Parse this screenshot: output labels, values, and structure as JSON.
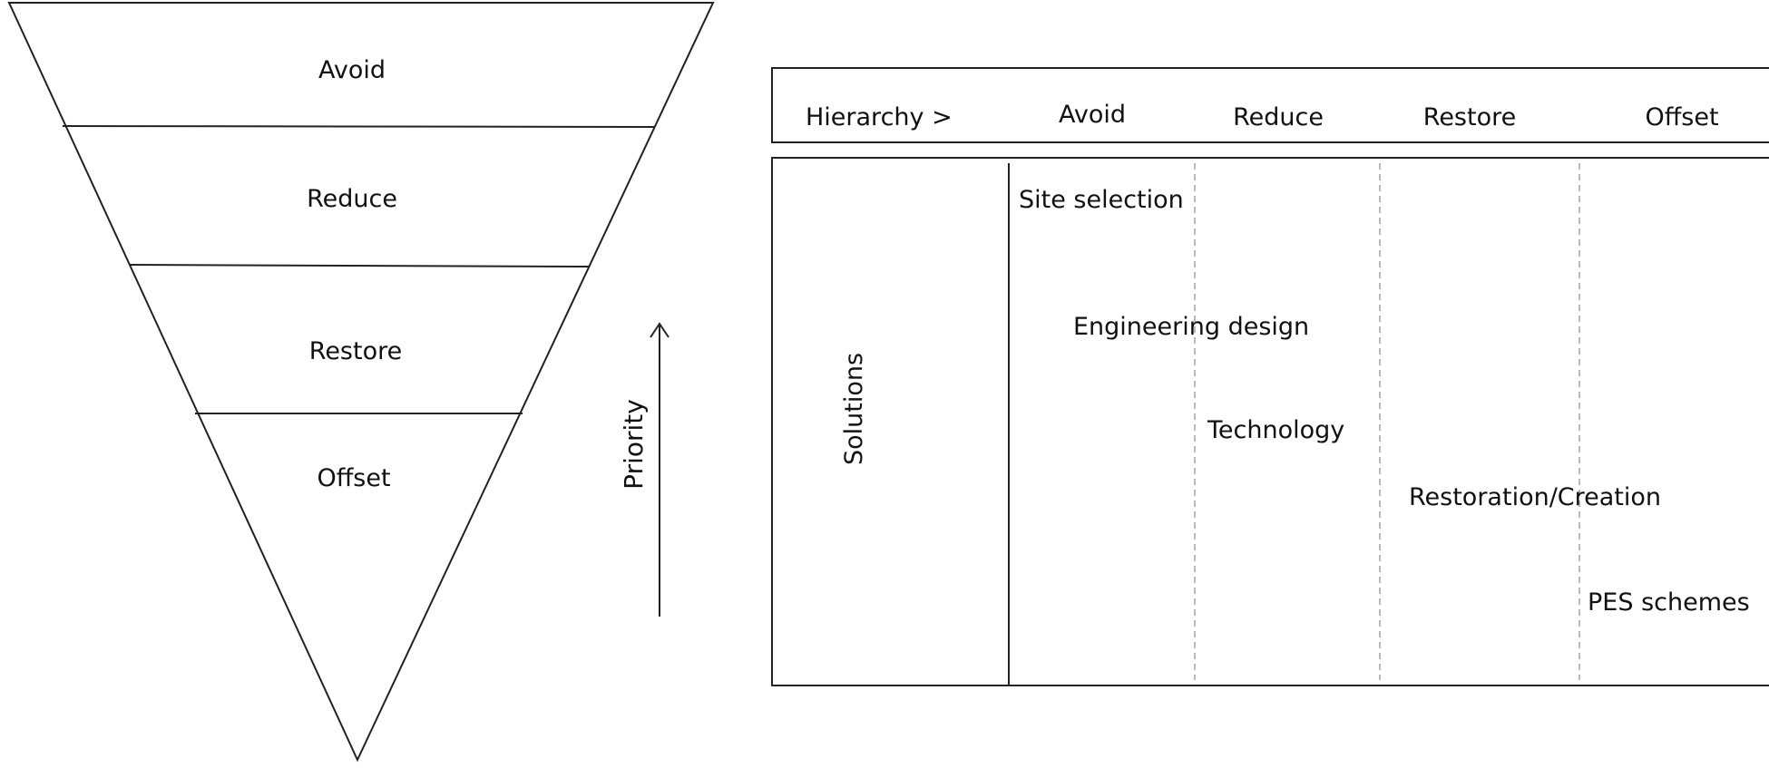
{
  "pyramid": {
    "levels": [
      "Avoid",
      "Reduce",
      "Restore",
      "Offset"
    ]
  },
  "priority_label": "Priority",
  "table": {
    "header_label": "Hierarchy >",
    "columns": [
      "Avoid",
      "Reduce",
      "Restore",
      "Offset"
    ],
    "row_label": "Solutions",
    "solutions": [
      "Site selection",
      "Engineering design",
      "Technology",
      "Restoration/Creation",
      "PES schemes"
    ]
  }
}
